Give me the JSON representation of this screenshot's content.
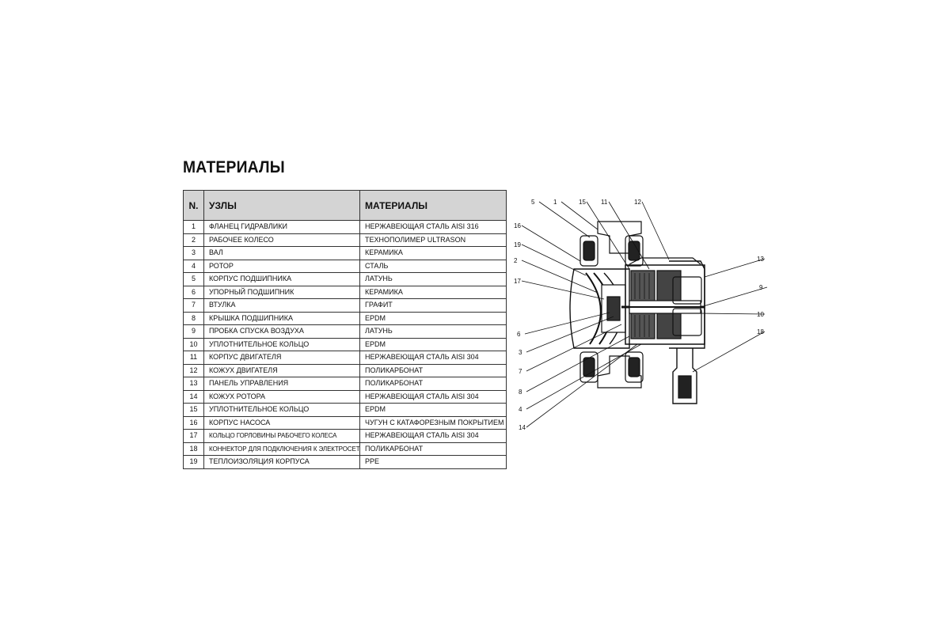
{
  "title": "МАТЕРИАЛЫ",
  "table": {
    "headers": {
      "n": "N.",
      "part": "УЗЛЫ",
      "material": "МАТЕРИАЛЫ"
    },
    "rows": [
      {
        "n": "1",
        "part": "ФЛАНЕЦ ГИДРАВЛИКИ",
        "material": "НЕРЖАВЕЮЩАЯ СТАЛЬ AISI 316"
      },
      {
        "n": "2",
        "part": "РАБОЧЕЕ КОЛЕСО",
        "material": "ТЕХНОПОЛИМЕР ULTRASON"
      },
      {
        "n": "3",
        "part": "ВАЛ",
        "material": "КЕРАМИКА"
      },
      {
        "n": "4",
        "part": "РОТОР",
        "material": "СТАЛЬ"
      },
      {
        "n": "5",
        "part": "КОРПУС ПОДШИПНИКА",
        "material": "ЛАТУНЬ"
      },
      {
        "n": "6",
        "part": "УПОРНЫЙ ПОДШИПНИК",
        "material": "КЕРАМИКА"
      },
      {
        "n": "7",
        "part": "ВТУЛКА",
        "material": "ГРАФИТ"
      },
      {
        "n": "8",
        "part": "КРЫШКА ПОДШИПНИКА",
        "material": "EPDM"
      },
      {
        "n": "9",
        "part": "ПРОБКА СПУСКА ВОЗДУХА",
        "material": "ЛАТУНЬ"
      },
      {
        "n": "10",
        "part": "УПЛОТНИТЕЛЬНОЕ КОЛЬЦО",
        "material": "EPDM"
      },
      {
        "n": "11",
        "part": "КОРПУС ДВИГАТЕЛЯ",
        "material": "НЕРЖАВЕЮЩАЯ СТАЛЬ AISI 304"
      },
      {
        "n": "12",
        "part": "КОЖУХ ДВИГАТЕЛЯ",
        "material": "ПОЛИКАРБОНАТ"
      },
      {
        "n": "13",
        "part": "ПАНЕЛЬ УПРАВЛЕНИЯ",
        "material": "ПОЛИКАРБОНАТ"
      },
      {
        "n": "14",
        "part": "КОЖУХ РОТОРА",
        "material": "НЕРЖАВЕЮЩАЯ СТАЛЬ AISI 304"
      },
      {
        "n": "15",
        "part": "УПЛОТНИТЕЛЬНОЕ КОЛЬЦО",
        "material": "EPDM"
      },
      {
        "n": "16",
        "part": "КОРПУС НАСОСА",
        "material": "ЧУГУН С КАТАФОРЕЗНЫМ ПОКРЫТИЕМ"
      },
      {
        "n": "17",
        "part": "КОЛЬЦО ГОРЛОВИНЫ РАБОЧЕГО КОЛЕСА",
        "material": "НЕРЖАВЕЮЩАЯ СТАЛЬ AISI 304"
      },
      {
        "n": "18",
        "part": "КОННЕКТОР ДЛЯ ПОДКЛЮЧЕНИЯ К ЭЛЕКТРОСЕТИ",
        "material": "ПОЛИКАРБОНАТ"
      },
      {
        "n": "19",
        "part": "ТЕПЛОИЗОЛЯЦИЯ КОРПУСА",
        "material": "PPE"
      }
    ]
  },
  "diagram": {
    "callouts": [
      "5",
      "1",
      "15",
      "11",
      "12",
      "16",
      "19",
      "2",
      "17",
      "13",
      "9",
      "10",
      "6",
      "3",
      "7",
      "8",
      "4",
      "14",
      "18"
    ]
  }
}
